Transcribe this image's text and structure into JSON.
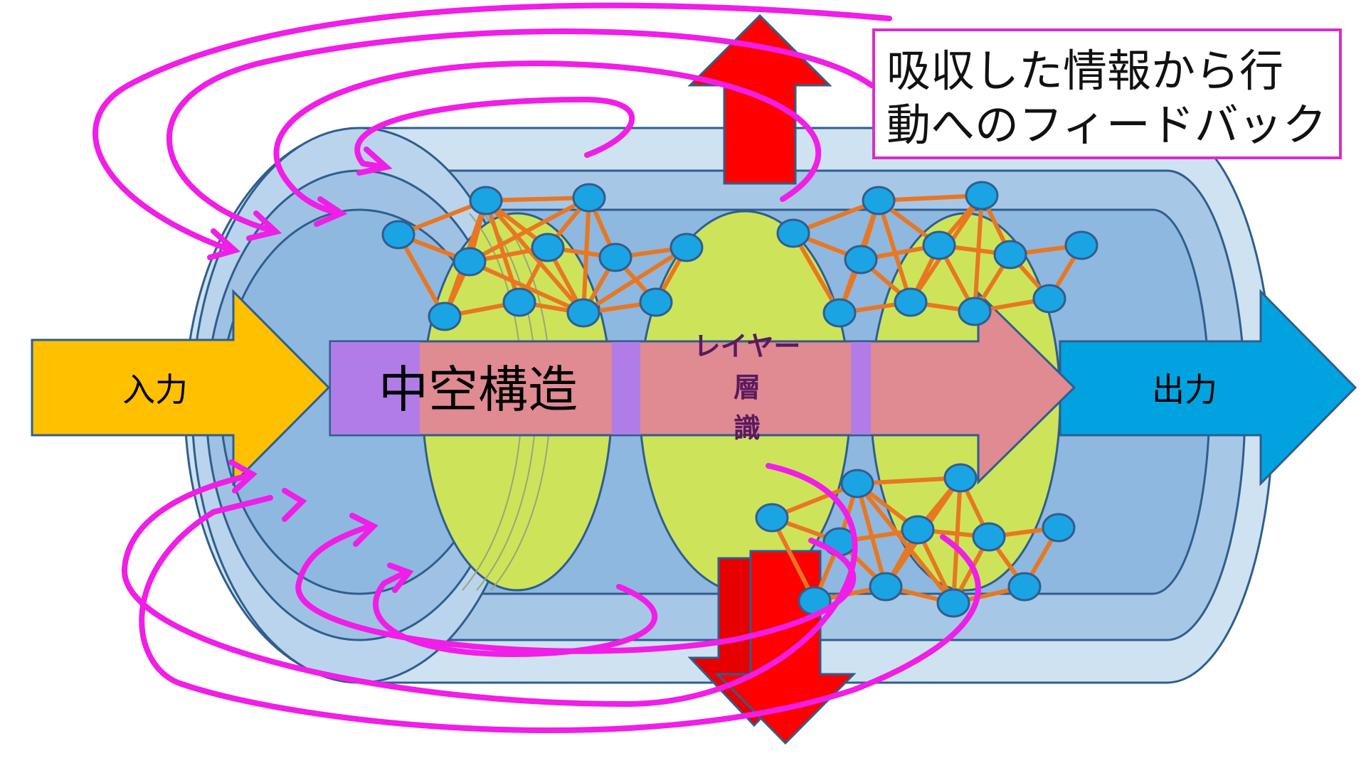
{
  "labels": {
    "input": "入力",
    "output": "出力",
    "hollow_structure": "中空構造",
    "layer": "レイヤー",
    "stratum": "層",
    "consciousness": "識"
  },
  "callout": {
    "line1": "吸収した情報から行",
    "line2": "動へのフィードバック"
  },
  "colors": {
    "input_arrow": "#FFC000",
    "output_arrow": "#00A3E0",
    "center_arrow": "#E08A92",
    "center_arrow_purple": "#B27CE8",
    "outer_tube": "#CFE2F2",
    "mid_tube": "#A7C7E6",
    "inner_tube": "#8EB8DF",
    "layer_ellipse": "#CDE45A",
    "network_edge": "#E87722",
    "network_node": "#1BA4E4",
    "feedback_loop": "#F01EE6",
    "vertical_arrow": "#FF0000",
    "callout_border": "#D62FC8"
  }
}
